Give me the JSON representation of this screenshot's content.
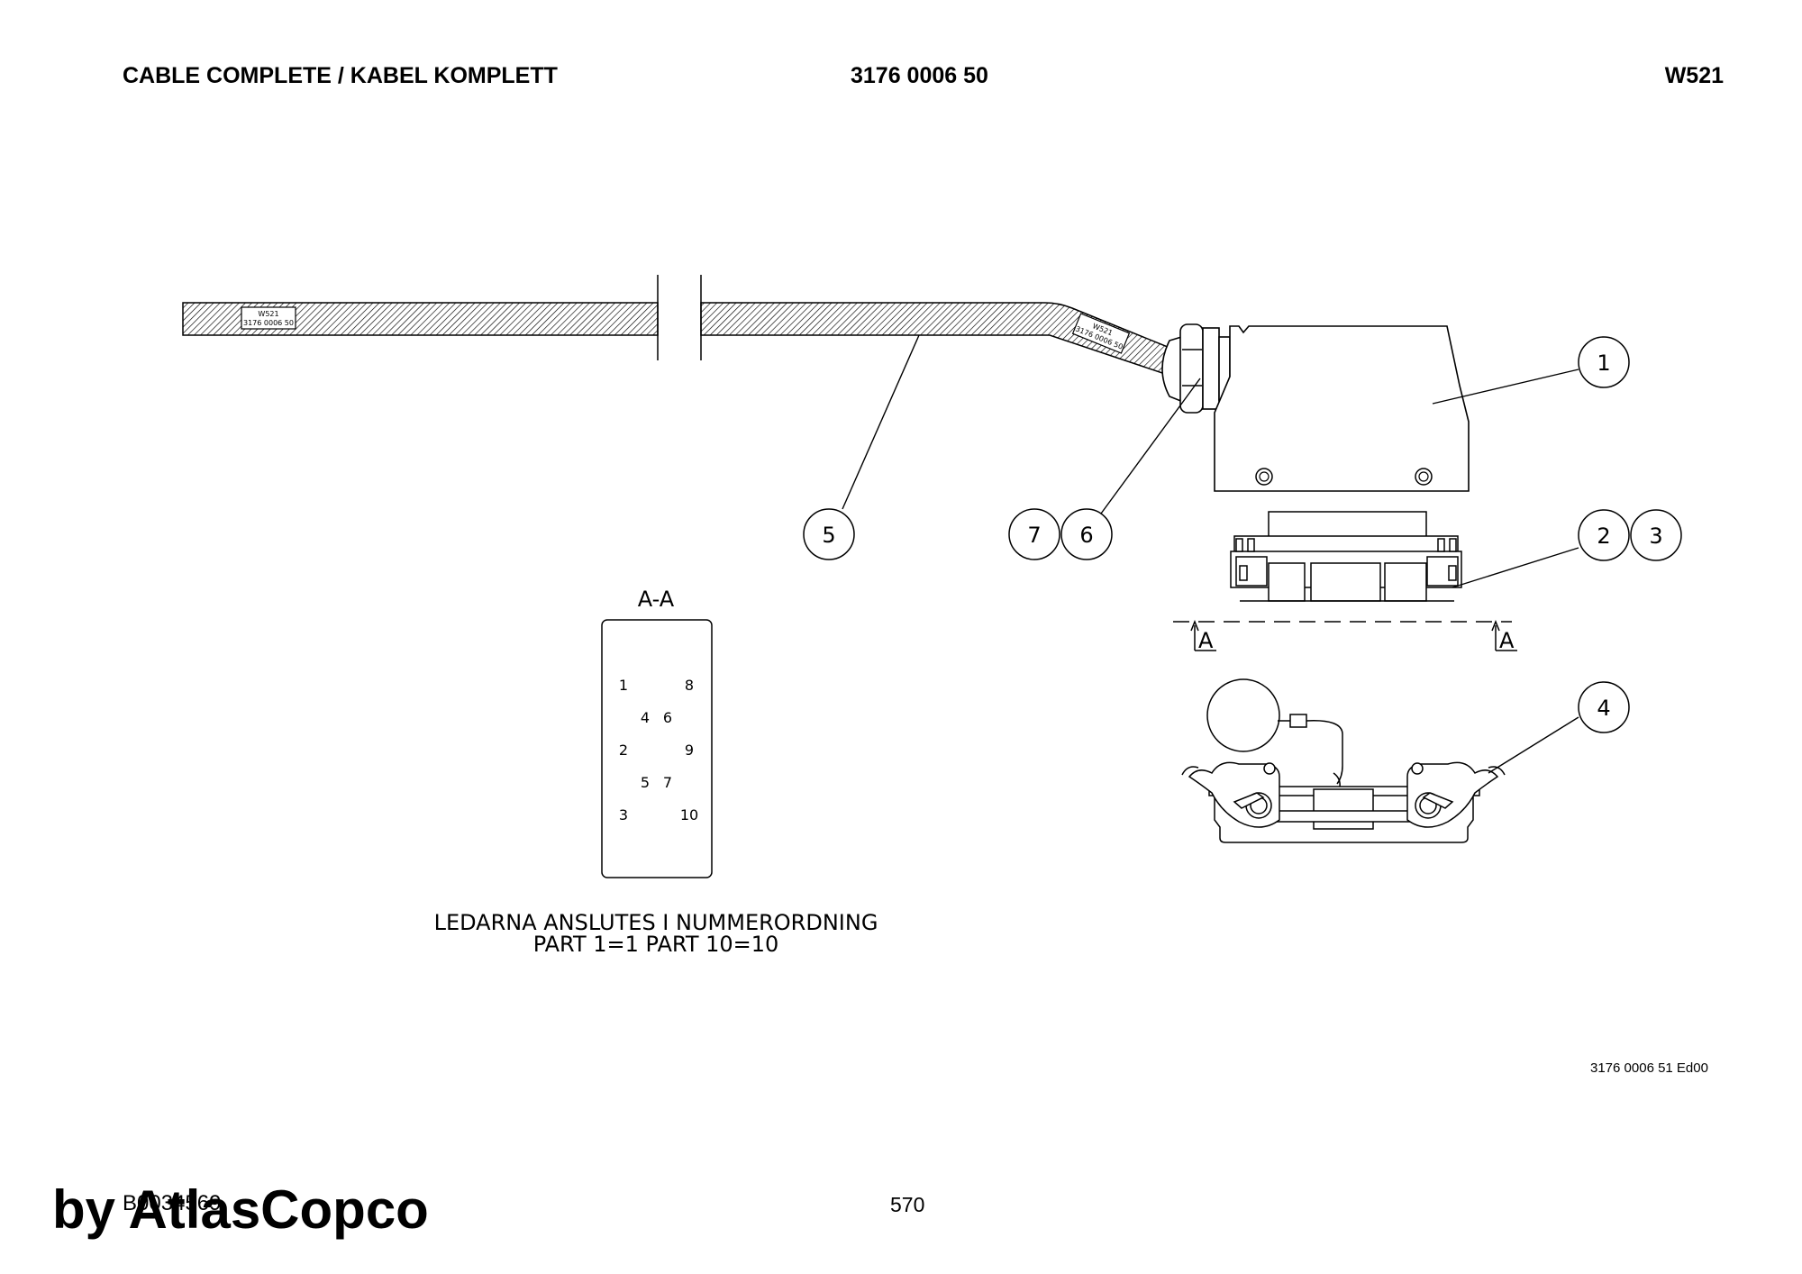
{
  "header": {
    "title": "CABLE COMPLETE / KABEL KOMPLETT",
    "part_number": "3176 0006 50",
    "code": "W521"
  },
  "drawing": {
    "cable_label_line1": "W521",
    "cable_label_line2": "3176 0006 50",
    "balloons": [
      "1",
      "2",
      "3",
      "4",
      "5",
      "6",
      "7"
    ],
    "section_title": "A-A",
    "section_marker": "A",
    "pins": [
      "1",
      "8",
      "4",
      "6",
      "2",
      "9",
      "5",
      "7",
      "3",
      "10"
    ],
    "note_line1": "LEDARNA ANSLUTES I NUMMERORDNING",
    "note_line2": "PART 1=1  PART 10=10"
  },
  "footer": {
    "edition": "3176 0006 51 Ed00",
    "page_number": "570",
    "ref_code": "B0034569",
    "brand": "by AtlasCopco"
  }
}
